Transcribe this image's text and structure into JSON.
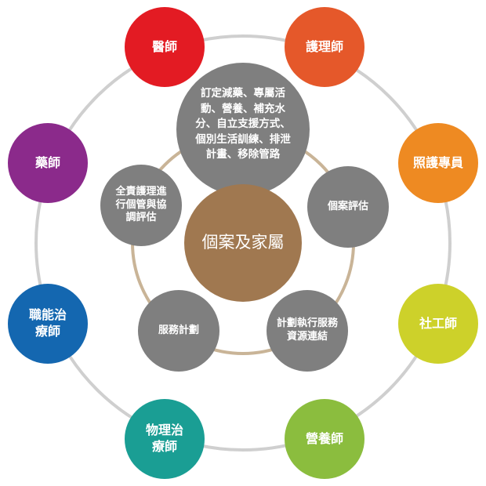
{
  "center": {
    "label": "個案及家屬",
    "color": "#a07850"
  },
  "inner_nodes": [
    {
      "label": "訂定減藥、專屬活動、營養、補充水分、自立支援方式、個別生活訓練、排泄計畫、移除管路"
    },
    {
      "label": "全責護理進行個管與協調評估"
    },
    {
      "label": "個案評估"
    },
    {
      "label": "服務計劃"
    },
    {
      "label": "計劃執行服務資源連結"
    }
  ],
  "outer_nodes": [
    {
      "label": "醫師",
      "color": "#e31b23"
    },
    {
      "label": "護理師",
      "color": "#e5582a"
    },
    {
      "label": "照護專員",
      "color": "#ee8a22"
    },
    {
      "label": "社工師",
      "color": "#cdd12a"
    },
    {
      "label": "營養師",
      "color": "#8bbd3e"
    },
    {
      "label": "物理治療師",
      "color": "#1a9e94"
    },
    {
      "label": "職能治療師",
      "color": "#1467b0"
    },
    {
      "label": "藥師",
      "color": "#8b2a8b"
    }
  ]
}
